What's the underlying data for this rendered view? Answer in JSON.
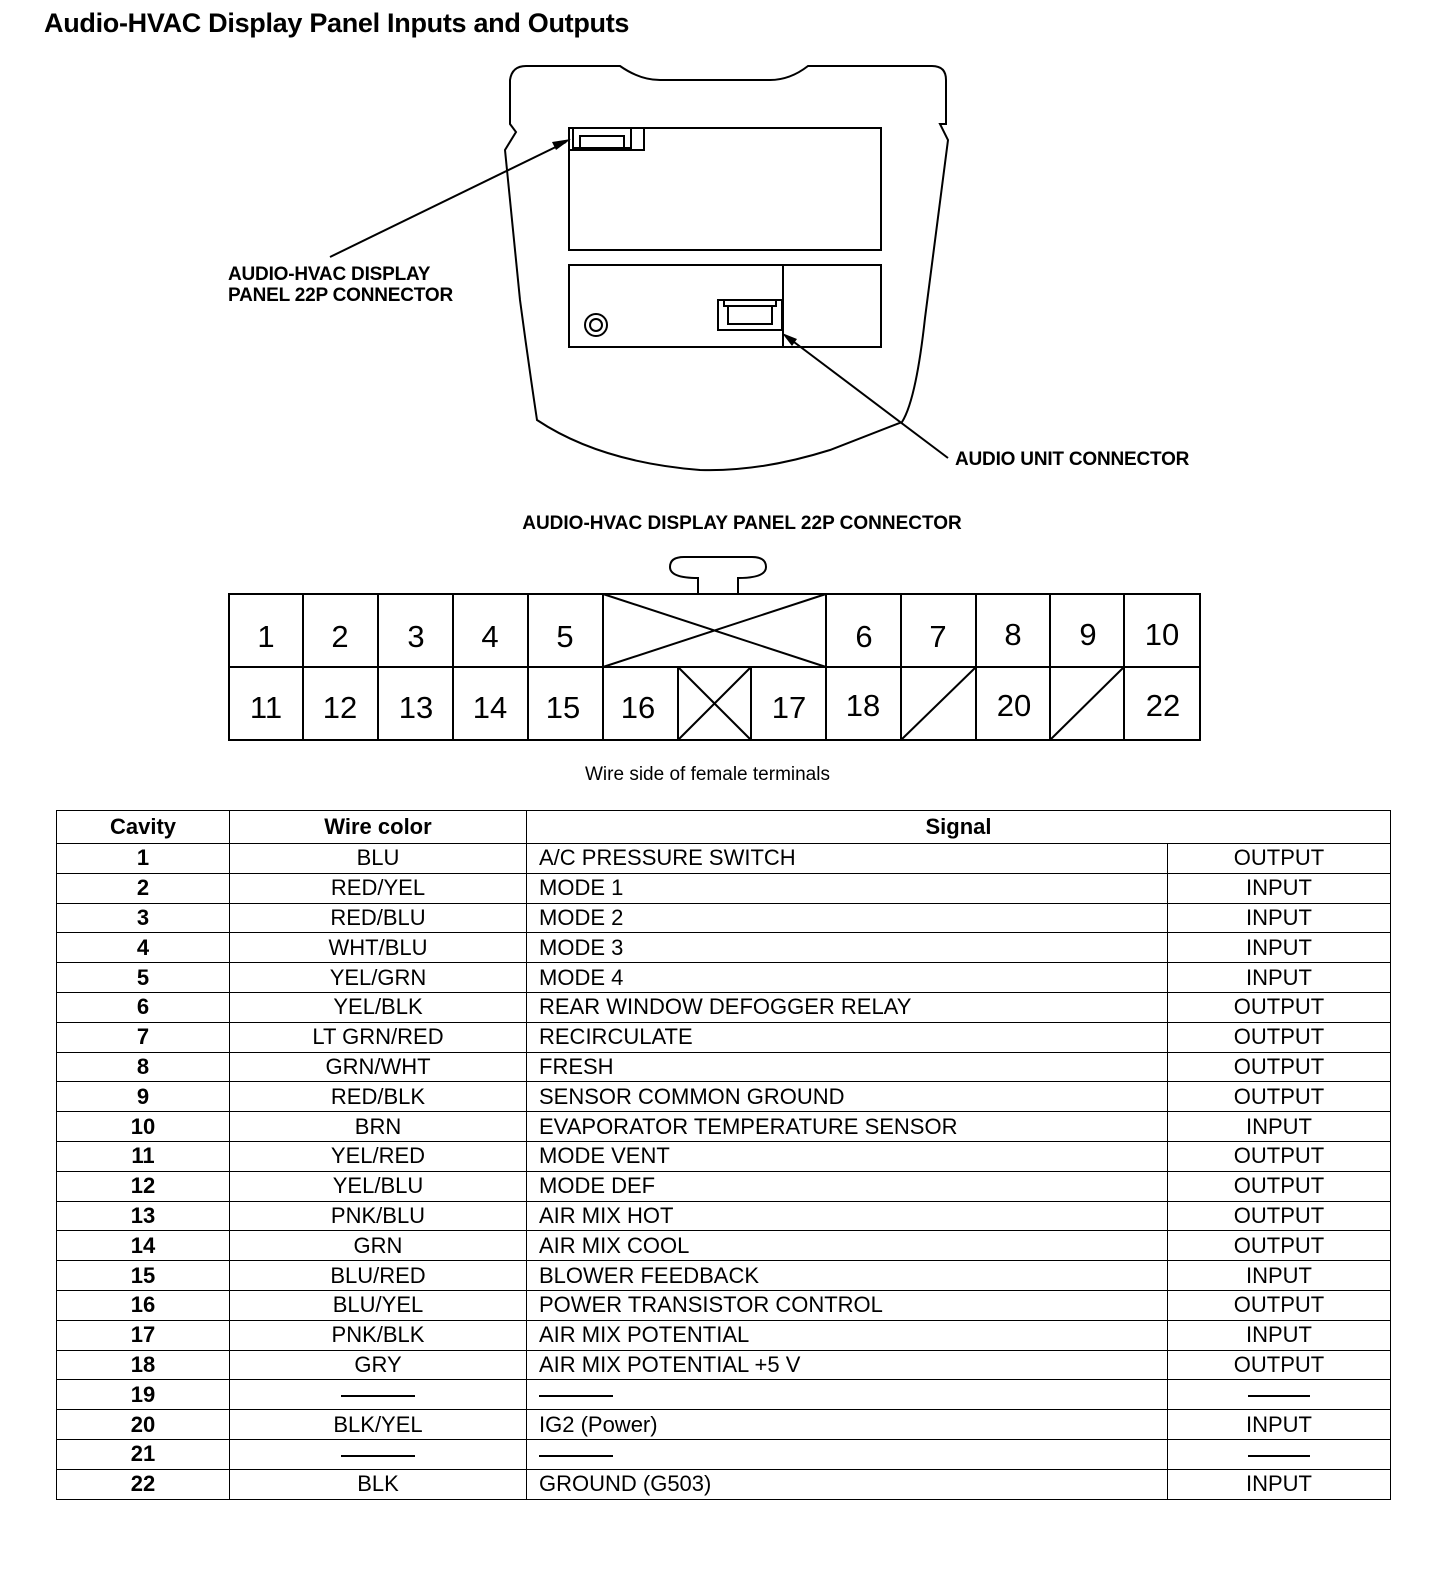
{
  "title": "Audio-HVAC Display Panel Inputs and Outputs",
  "diagram": {
    "label_22p_line1": "AUDIO-HVAC DISPLAY",
    "label_22p_line2": "PANEL 22P CONNECTOR",
    "label_audio": "AUDIO UNIT CONNECTOR"
  },
  "connector": {
    "title": "AUDIO-HVAC DISPLAY PANEL 22P CONNECTOR",
    "top_row": [
      "1",
      "2",
      "3",
      "4",
      "5",
      "6",
      "7",
      "8",
      "9",
      "10"
    ],
    "bottom_row": [
      "11",
      "12",
      "13",
      "14",
      "15",
      "16",
      "17",
      "18",
      "20",
      "22"
    ],
    "caption": "Wire side of female terminals"
  },
  "table": {
    "headers": {
      "cavity": "Cavity",
      "wire": "Wire color",
      "signal": "Signal"
    },
    "rows": [
      {
        "cavity": "1",
        "wire": "BLU",
        "signal": "A/C PRESSURE SWITCH",
        "io": "OUTPUT"
      },
      {
        "cavity": "2",
        "wire": "RED/YEL",
        "signal": "MODE 1",
        "io": "INPUT"
      },
      {
        "cavity": "3",
        "wire": "RED/BLU",
        "signal": "MODE 2",
        "io": "INPUT"
      },
      {
        "cavity": "4",
        "wire": "WHT/BLU",
        "signal": "MODE 3",
        "io": "INPUT"
      },
      {
        "cavity": "5",
        "wire": "YEL/GRN",
        "signal": "MODE 4",
        "io": "INPUT"
      },
      {
        "cavity": "6",
        "wire": "YEL/BLK",
        "signal": "REAR WINDOW DEFOGGER RELAY",
        "io": "OUTPUT"
      },
      {
        "cavity": "7",
        "wire": "LT GRN/RED",
        "signal": "RECIRCULATE",
        "io": "OUTPUT"
      },
      {
        "cavity": "8",
        "wire": "GRN/WHT",
        "signal": "FRESH",
        "io": "OUTPUT"
      },
      {
        "cavity": "9",
        "wire": "RED/BLK",
        "signal": "SENSOR COMMON GROUND",
        "io": "OUTPUT"
      },
      {
        "cavity": "10",
        "wire": "BRN",
        "signal": "EVAPORATOR TEMPERATURE SENSOR",
        "io": "INPUT"
      },
      {
        "cavity": "11",
        "wire": "YEL/RED",
        "signal": "MODE VENT",
        "io": "OUTPUT"
      },
      {
        "cavity": "12",
        "wire": "YEL/BLU",
        "signal": "MODE DEF",
        "io": "OUTPUT"
      },
      {
        "cavity": "13",
        "wire": "PNK/BLU",
        "signal": "AIR MIX HOT",
        "io": "OUTPUT"
      },
      {
        "cavity": "14",
        "wire": "GRN",
        "signal": "AIR MIX COOL",
        "io": "OUTPUT"
      },
      {
        "cavity": "15",
        "wire": "BLU/RED",
        "signal": "BLOWER FEEDBACK",
        "io": "INPUT"
      },
      {
        "cavity": "16",
        "wire": "BLU/YEL",
        "signal": "POWER TRANSISTOR CONTROL",
        "io": "OUTPUT"
      },
      {
        "cavity": "17",
        "wire": "PNK/BLK",
        "signal": "AIR MIX POTENTIAL",
        "io": "INPUT"
      },
      {
        "cavity": "18",
        "wire": "GRY",
        "signal": "AIR MIX POTENTIAL +5 V",
        "io": "OUTPUT"
      },
      {
        "cavity": "19",
        "wire": "",
        "signal": "",
        "io": ""
      },
      {
        "cavity": "20",
        "wire": "BLK/YEL",
        "signal": "IG2 (Power)",
        "io": "INPUT"
      },
      {
        "cavity": "21",
        "wire": "",
        "signal": "",
        "io": ""
      },
      {
        "cavity": "22",
        "wire": "BLK",
        "signal": "GROUND (G503)",
        "io": "INPUT"
      }
    ]
  }
}
